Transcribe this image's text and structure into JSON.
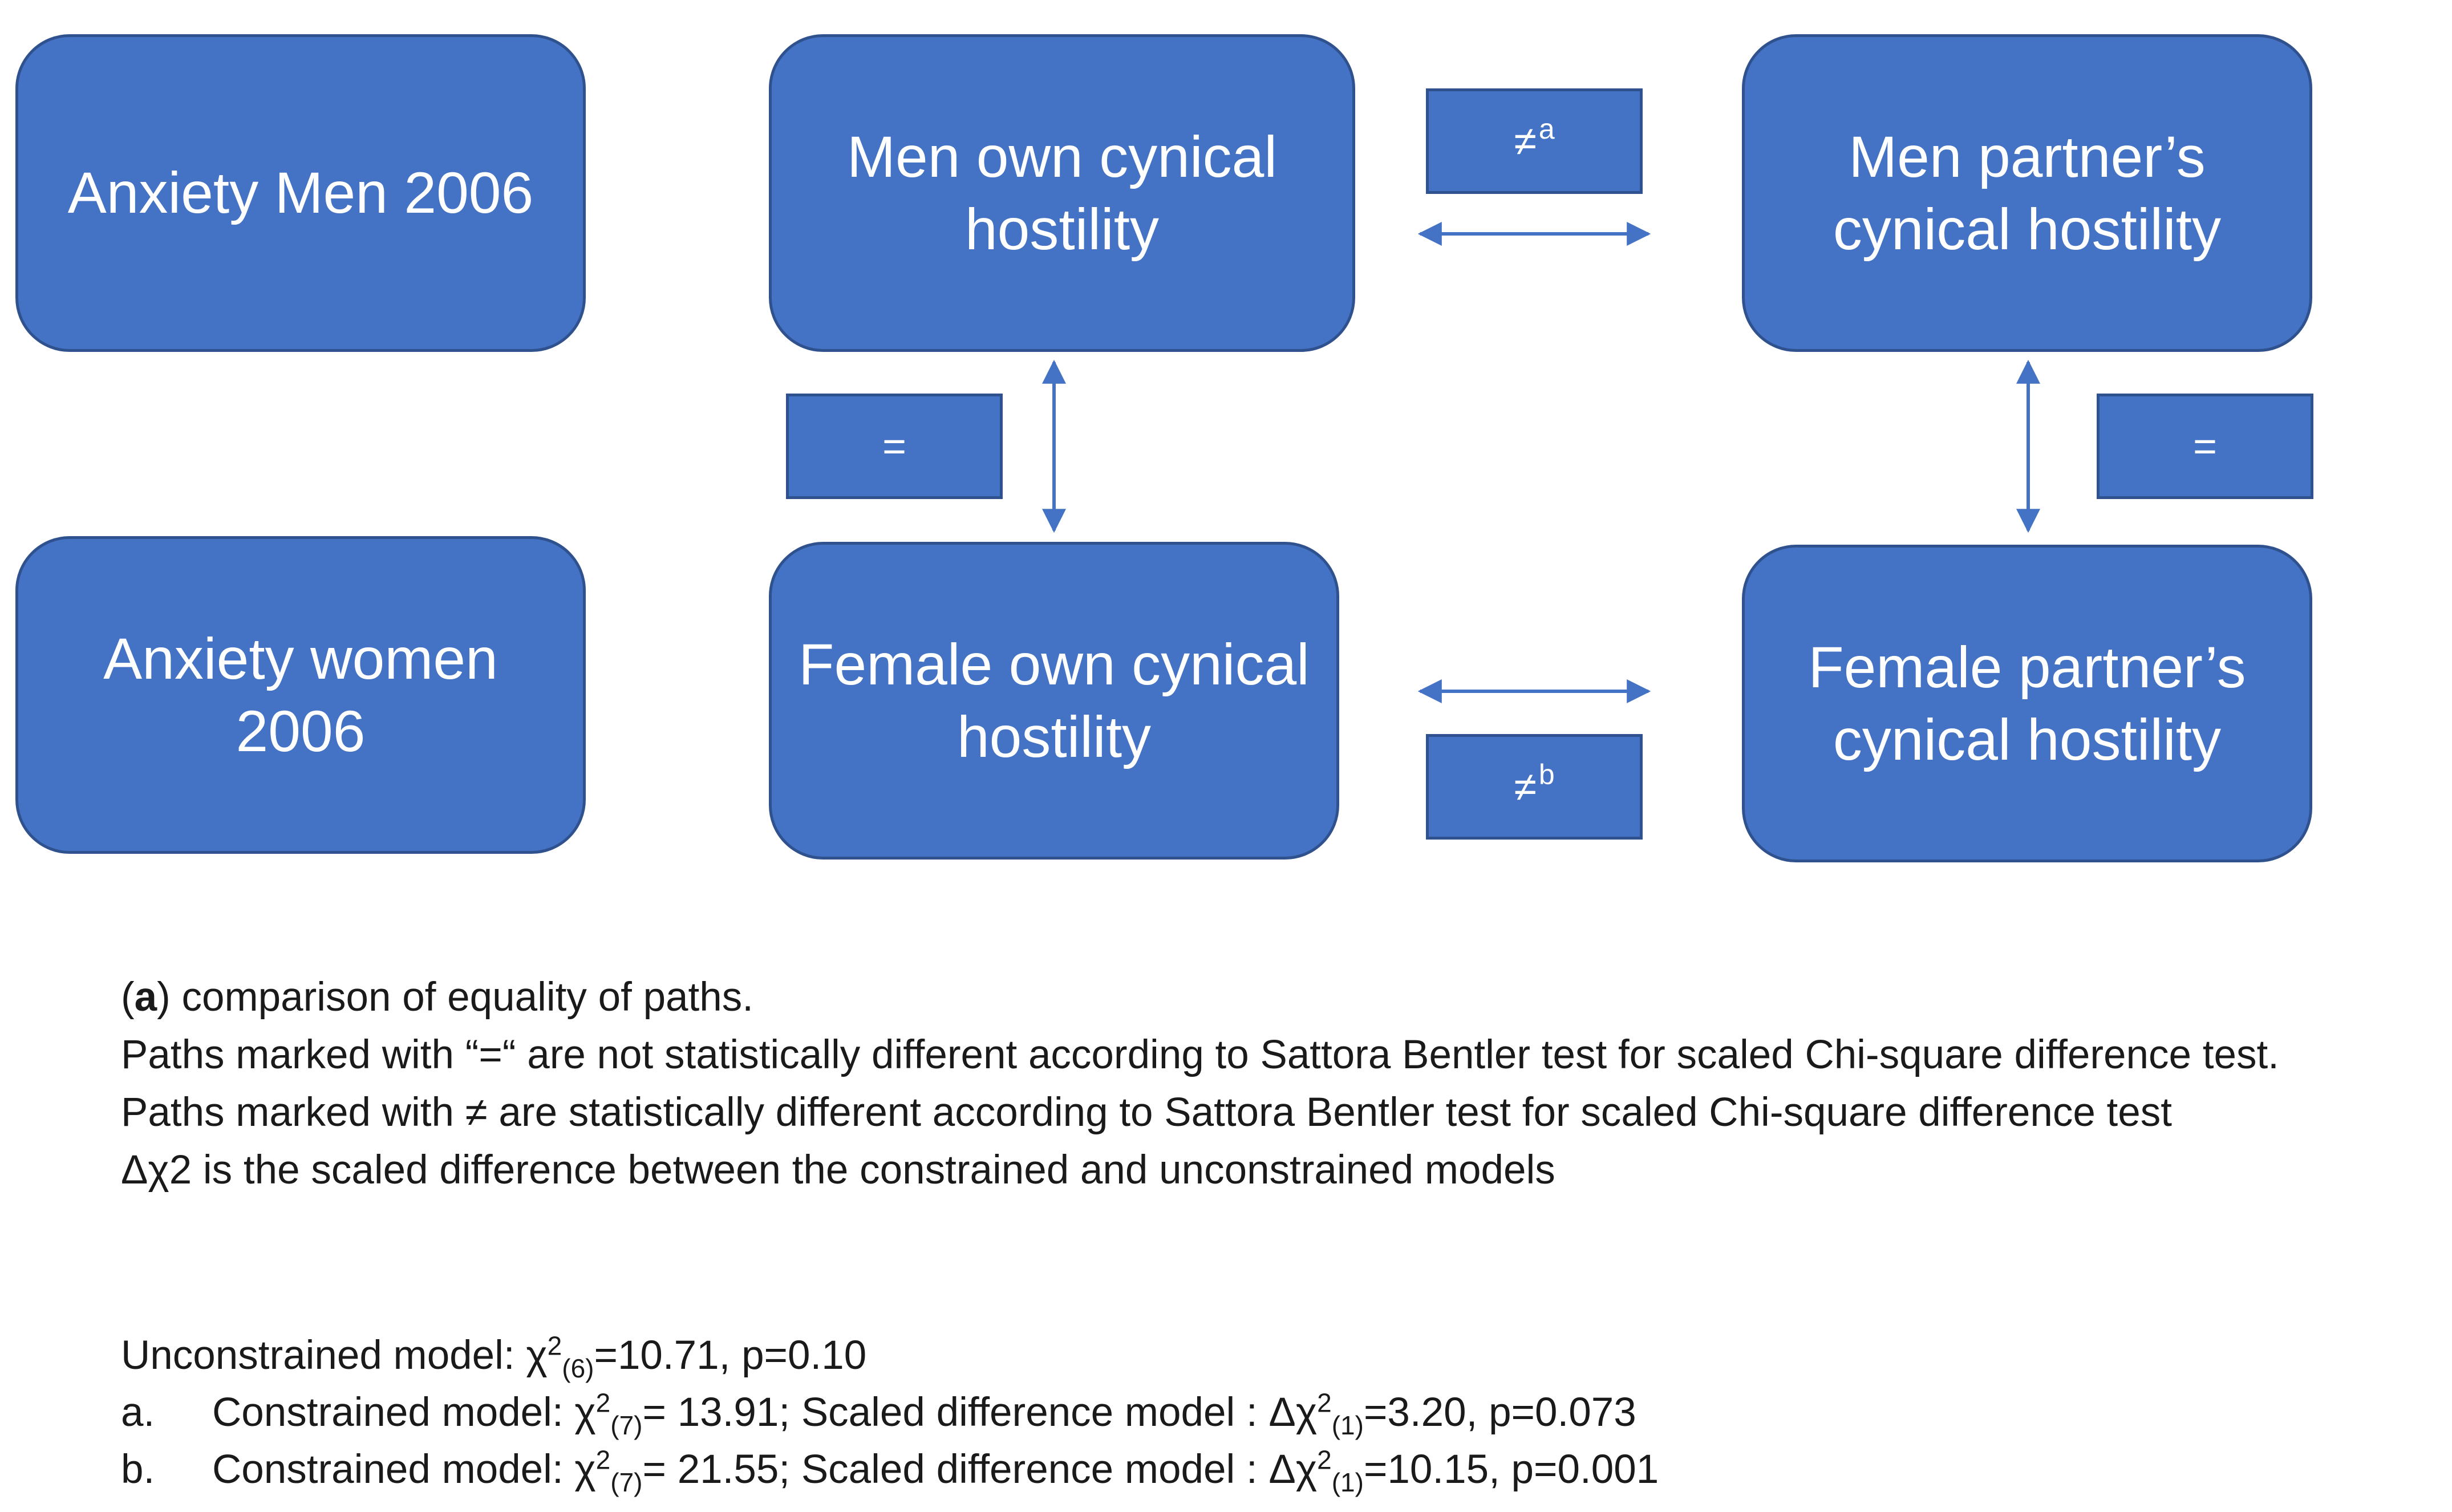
{
  "nodes": {
    "anxiety_men": "Anxiety Men 2006",
    "men_own": "Men own cynical hostility",
    "men_partner": "Men partner’s cynical hostility",
    "anxiety_women": "Anxiety women 2006",
    "female_own": "Female own cynical hostility",
    "female_partner": "Female partner’s cynical hostility"
  },
  "path_labels": {
    "top": {
      "symbol": "≠",
      "sup": "a"
    },
    "bottom": {
      "symbol": "≠",
      "sup": "b"
    },
    "left": {
      "symbol": "="
    },
    "right": {
      "symbol": "="
    }
  },
  "colors": {
    "node_fill": "#4472C4",
    "node_border": "#2F528F",
    "arrow": "#4472C4"
  },
  "notes": {
    "a_label": "a",
    "line1_rest": ") comparison of equality of paths.",
    "line2": "Paths marked with “=“ are not statistically different according to Sattora Bentler test for scaled Chi-square difference test.",
    "line3": "Paths marked with ≠ are statistically different according to Sattora Bentler test for scaled Chi-square difference test",
    "line4": "Δχ2 is the scaled difference between the constrained and unconstrained models"
  },
  "fit": {
    "unconstrained": {
      "prefix": "Unconstrained model: χ",
      "sup": "2",
      "sub": "(6)",
      "rest": "=10.71, p=0.10"
    },
    "a": {
      "index": "a.",
      "prefix": "Constrained model: χ",
      "sup": "2",
      "sub": "(7)",
      "mid": "= 13.91; Scaled difference model :  Δχ",
      "sup2": "2",
      "sub2": "(1)",
      "rest": "=3.20, p=0.073"
    },
    "b": {
      "index": "b.",
      "prefix": "Constrained model: χ",
      "sup": "2",
      "sub": "(7)",
      "mid": "= 21.55; Scaled difference model :  Δχ",
      "sup2": "2",
      "sub2": "(1)",
      "rest": "=10.15, p=0.001"
    }
  }
}
